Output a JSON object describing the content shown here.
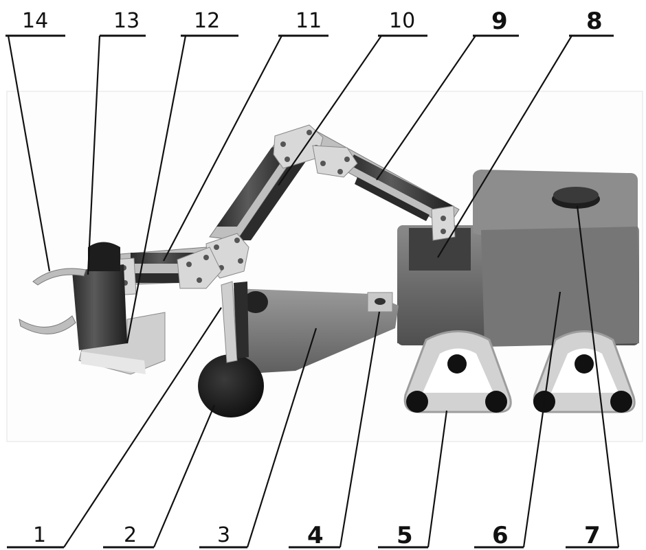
{
  "figure": {
    "labels_top": [
      {
        "id": "14",
        "text": "14",
        "bold": false
      },
      {
        "id": "13",
        "text": "13",
        "bold": false
      },
      {
        "id": "12",
        "text": "12",
        "bold": false
      },
      {
        "id": "11",
        "text": "11",
        "bold": false
      },
      {
        "id": "10",
        "text": "10",
        "bold": false
      },
      {
        "id": "9",
        "text": "9",
        "bold": true
      },
      {
        "id": "8",
        "text": "8",
        "bold": true
      }
    ],
    "labels_bottom": [
      {
        "id": "1",
        "text": "1",
        "bold": false
      },
      {
        "id": "2",
        "text": "2",
        "bold": false
      },
      {
        "id": "3",
        "text": "3",
        "bold": false
      },
      {
        "id": "4",
        "text": "4",
        "bold": true
      },
      {
        "id": "5",
        "text": "5",
        "bold": true
      },
      {
        "id": "6",
        "text": "6",
        "bold": true
      },
      {
        "id": "7",
        "text": "7",
        "bold": true
      }
    ]
  },
  "colors": {
    "body": "#6f6f6f",
    "body_dark": "#4a4a4a",
    "metal": "#bdbdbd",
    "plate": "#d6d6d6",
    "cylinder": "#2f2f2f",
    "wheel": "#151515",
    "line": "#111111"
  }
}
